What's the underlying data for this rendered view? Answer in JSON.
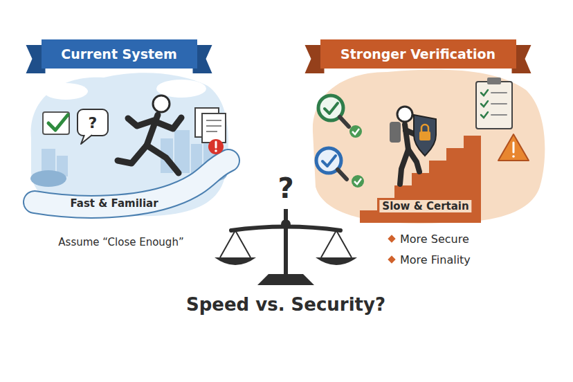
{
  "diagram": {
    "title": "Speed vs. Security?",
    "nodes": [
      {
        "text": [
          "Current System"
        ]
      },
      {
        "text": [
          "Stronger Verification"
        ]
      }
    ],
    "labels": [
      "?",
      "Fast & Familiar",
      "Assume “Close Enough”",
      "?",
      "Slow & Certain",
      "More Secure",
      "More Finality"
    ]
  }
}
